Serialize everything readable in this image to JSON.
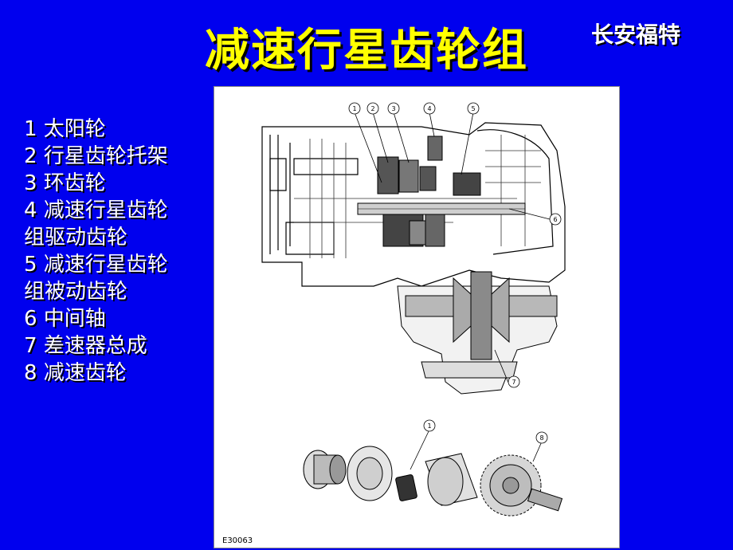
{
  "title": "减速行星齿轮组",
  "brand": "长安福特",
  "legend": {
    "items": [
      "1 太阳轮",
      "2 行星齿轮托架",
      "3 环齿轮",
      "4 减速行星齿轮",
      "组驱动齿轮",
      "5 减速行星齿轮",
      "组被动齿轮",
      "6  中间轴",
      "7 差速器总成",
      "8 减速齿轮"
    ]
  },
  "figure": {
    "callouts": [
      "1",
      "2",
      "3",
      "4",
      "5",
      "6",
      "7",
      "1",
      "8"
    ],
    "id_label": "E30063"
  }
}
